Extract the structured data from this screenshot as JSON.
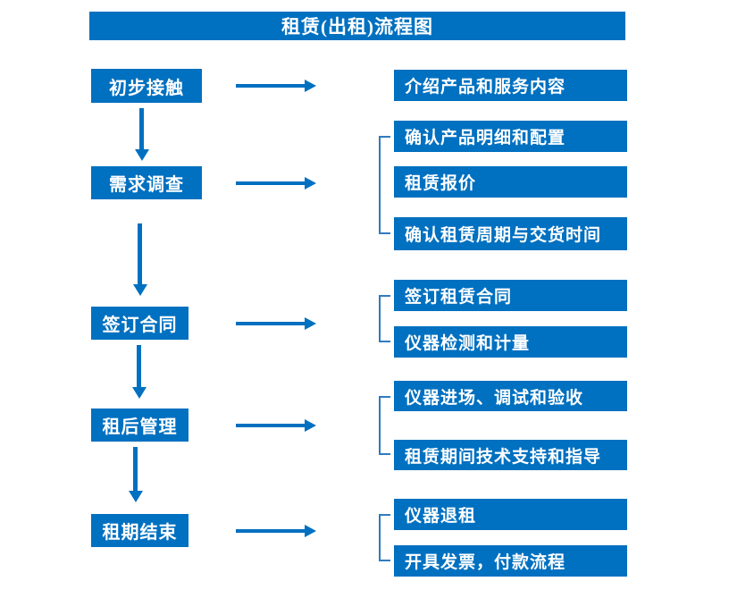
{
  "title": "租赁(出租)流程图",
  "colors": {
    "primary": "#0070C0",
    "bracket": "#2F7BBF",
    "box_text": "#FFFFFF",
    "background": "#FFFFFF"
  },
  "steps": [
    {
      "label": "初步接触",
      "details": [
        "介绍产品和服务内容"
      ]
    },
    {
      "label": "需求调查",
      "details": [
        "确认产品明细和配置",
        "租赁报价",
        "确认租赁周期与交货时间"
      ]
    },
    {
      "label": "签订合同",
      "details": [
        "签订租赁合同",
        "仪器检测和计量"
      ]
    },
    {
      "label": "租后管理",
      "details": [
        "仪器进场、调试和验收",
        "租赁期间技术支持和指导"
      ]
    },
    {
      "label": "租期结束",
      "details": [
        "仪器退租",
        "开具发票，付款流程"
      ]
    }
  ]
}
